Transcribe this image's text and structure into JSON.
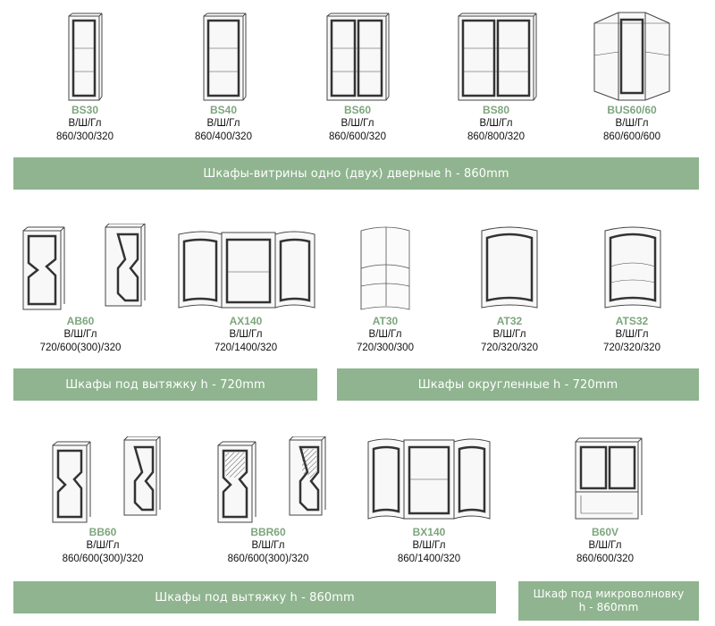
{
  "row1": [
    {
      "code": "BS30",
      "dims": "В/Ш/Гл",
      "size": "860/300/320"
    },
    {
      "code": "BS40",
      "dims": "В/Ш/Гл",
      "size": "860/400/320"
    },
    {
      "code": "BS60",
      "dims": "В/Ш/Гл",
      "size": "860/600/320"
    },
    {
      "code": "BS80",
      "dims": "В/Ш/Гл",
      "size": "860/800/320"
    },
    {
      "code": "BUS60/60",
      "dims": "В/Ш/Гл",
      "size": "860/600/600"
    }
  ],
  "row2": [
    {
      "code": "AB60",
      "dims": "В/Ш/Гл",
      "size": "720/600(300)/320"
    },
    {
      "code": "AX140",
      "dims": "В/Ш/Гл",
      "size": "720/1400/320"
    },
    {
      "code": "AT30",
      "dims": "В/Ш/Гл",
      "size": "720/300/300"
    },
    {
      "code": "AT32",
      "dims": "В/Ш/Гл",
      "size": "720/320/320"
    },
    {
      "code": "ATS32",
      "dims": "В/Ш/Гл",
      "size": "720/320/320"
    }
  ],
  "row3": [
    {
      "code": "BB60",
      "dims": "В/Ш/Гл",
      "size": "860/600(300)/320"
    },
    {
      "code": "BBR60",
      "dims": "В/Ш/Гл",
      "size": "860/600(300)/320"
    },
    {
      "code": "BX140",
      "dims": "В/Ш/Гл",
      "size": "860/1400/320"
    },
    {
      "code": "B60V",
      "dims": "В/Ш/Гл",
      "size": "860/600/320"
    }
  ],
  "banners": {
    "showcase": "Шкафы-витрины одно (двух) дверные h - 860mm",
    "hood_720": "Шкафы под вытяжку h - 720mm",
    "rounded_720": "Шкафы округленные h - 720mm",
    "hood_860": "Шкафы под вытяжку h - 860mm",
    "microwave_line1": "Шкаф под микроволновку",
    "microwave_line2": "h - 860mm"
  },
  "colors": {
    "banner_bg": "#8fb48f",
    "banner_text": "#ffffff",
    "code_text": "#7da67d"
  }
}
